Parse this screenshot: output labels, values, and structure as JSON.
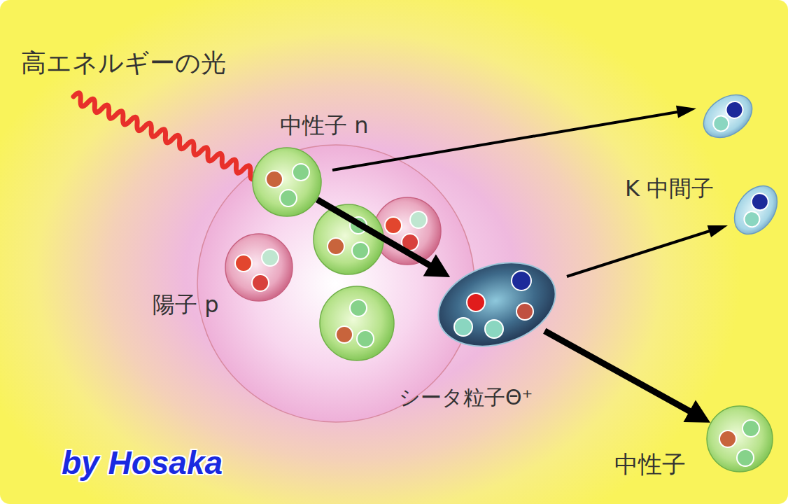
{
  "diagram": {
    "nodes": [
      {
        "text": [
          "中性子 n"
        ]
      },
      {
        "text": [
          "シータ粒子Θ⁺"
        ]
      },
      {
        "text": [
          "中性子"
        ]
      }
    ],
    "edges": [
      {
        "from": 0,
        "to": 1,
        "arrow": "to"
      },
      {
        "from": 1,
        "to": 2,
        "arrow": "to"
      }
    ],
    "labels": [
      "高エネルギーの光",
      "K 中間子",
      "陽子 p",
      "by Hosaka"
    ]
  }
}
